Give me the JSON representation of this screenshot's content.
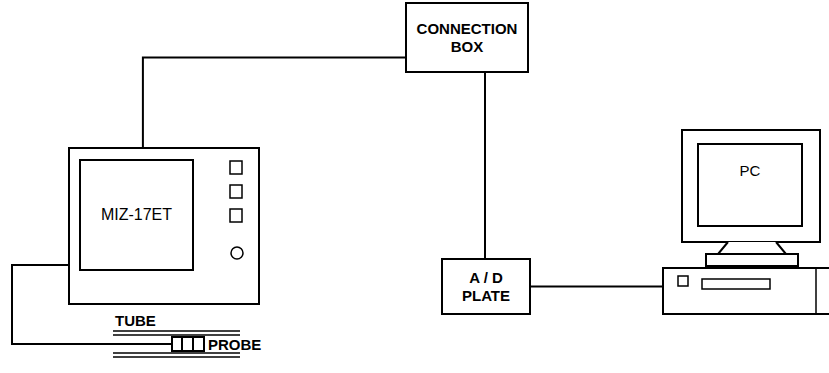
{
  "diagram": {
    "nodes": [
      {
        "text": [
          "MIZ-17ET"
        ]
      },
      {
        "text": [
          "CONNECTION BOX"
        ]
      },
      {
        "text": [
          "A / D PLATE"
        ]
      },
      {
        "text": [
          "PC"
        ]
      }
    ],
    "edges": [
      {
        "from": 0,
        "to": 1,
        "arrow": "none"
      },
      {
        "from": 1,
        "to": 2,
        "arrow": "none"
      },
      {
        "from": 2,
        "to": 3,
        "arrow": "none"
      }
    ],
    "labels": [
      "TUBE",
      "PROBE"
    ]
  }
}
